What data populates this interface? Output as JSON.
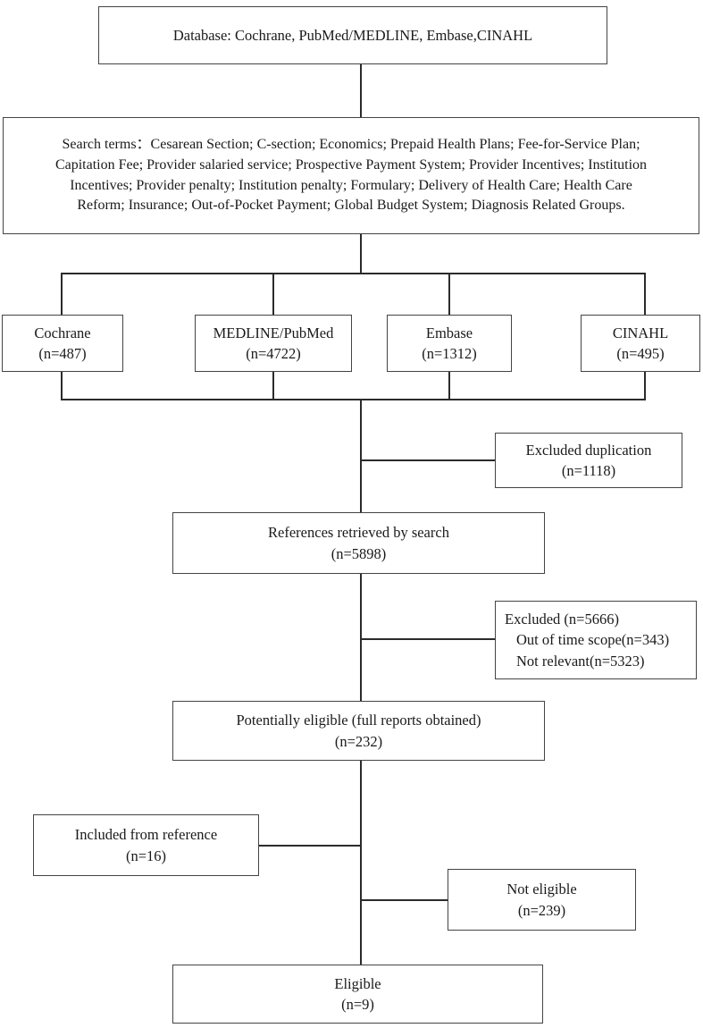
{
  "diagram": {
    "title": "Study selection flow diagram",
    "type": "prisma-flowchart",
    "line_color": "#2b2b2b",
    "box_border_color": "#444444",
    "background_color": "#ffffff"
  },
  "nodes": {
    "database": {
      "label": "Database: Cochrane, PubMed/MEDLINE, Embase,CINAHL"
    },
    "search_terms": {
      "line1": "Search terms：Cesarean Section; C-section; Economics; Prepaid Health Plans; Fee-for-Service Plan;",
      "line2": "Capitation Fee; Provider salaried service; Prospective Payment System; Provider Incentives; Institution",
      "line3": "Incentives; Provider penalty; Institution penalty; Formulary; Delivery of Health Care; Health Care",
      "line4": "Reform; Insurance; Out-of-Pocket Payment; Global Budget System; Diagnosis Related Groups."
    },
    "cochrane": {
      "label": "Cochrane",
      "count": "(n=487)"
    },
    "medline": {
      "label": "MEDLINE/PubMed",
      "count": "(n=4722)"
    },
    "embase": {
      "label": "Embase",
      "count": "(n=1312)"
    },
    "cinahl": {
      "label": "CINAHL",
      "count": "(n=495)"
    },
    "excluded_duplication": {
      "label": "Excluded duplication",
      "count": "(n=1118)"
    },
    "references_retrieved": {
      "label": "References retrieved by search",
      "count": "(n=5898)"
    },
    "excluded_screening": {
      "line1": "Excluded (n=5666)",
      "line2": "Out of time scope(n=343)",
      "line3": "Not relevant(n=5323)"
    },
    "potentially_eligible": {
      "label": "Potentially eligible (full reports obtained)",
      "count": "(n=232)"
    },
    "included_from_reference": {
      "label": "Included from reference",
      "count": "(n=16)"
    },
    "not_eligible": {
      "label": "Not eligible",
      "count": "(n=239)"
    },
    "eligible": {
      "label": "Eligible",
      "count": "(n=9)"
    }
  },
  "chart_data": {
    "type": "diagram",
    "title": "PRISMA study selection flow",
    "stages": [
      {
        "name": "Cochrane",
        "n": 487
      },
      {
        "name": "MEDLINE/PubMed",
        "n": 4722
      },
      {
        "name": "Embase",
        "n": 1312
      },
      {
        "name": "CINAHL",
        "n": 495
      },
      {
        "name": "Excluded duplication",
        "n": 1118
      },
      {
        "name": "References retrieved by search",
        "n": 5898
      },
      {
        "name": "Excluded",
        "n": 5666
      },
      {
        "name": "Out of time scope",
        "n": 343
      },
      {
        "name": "Not relevant",
        "n": 5323
      },
      {
        "name": "Potentially eligible (full reports obtained)",
        "n": 232
      },
      {
        "name": "Included from reference",
        "n": 16
      },
      {
        "name": "Not eligible",
        "n": 239
      },
      {
        "name": "Eligible",
        "n": 9
      }
    ]
  }
}
